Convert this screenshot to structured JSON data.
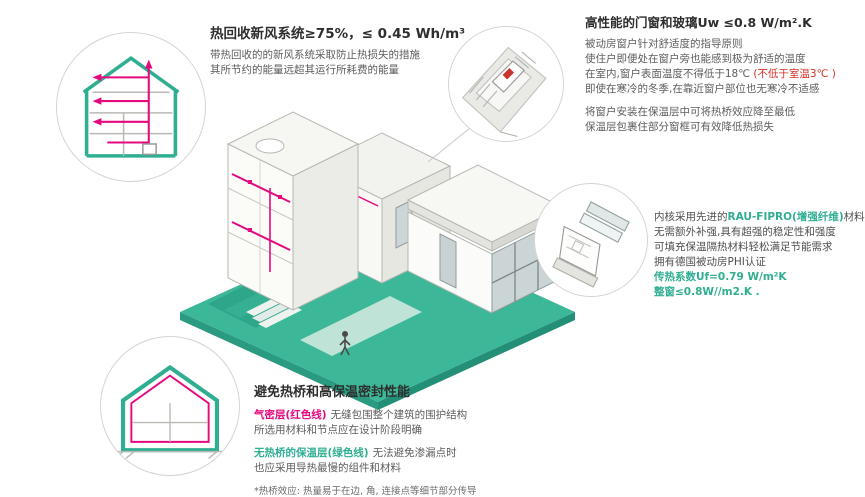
{
  "palette": {
    "teal": "#2fae92",
    "base_teal": "#3cb898",
    "pink": "#e5097f",
    "red": "#d93025",
    "dark_text": "#2e2e2e",
    "body_text": "#5d5d5d"
  },
  "hrv": {
    "title": "热回收新风系统≥75%，≤ 0.45 Wh/m³",
    "desc": [
      "带热回收的的新风系统采取防止热损失的措施",
      "其所节约的能量远超其运行所耗费的能量"
    ]
  },
  "windows": {
    "title": "高性能的门窗和玻璃Uw ≤0.8 W/m².K",
    "para1": [
      "被动房窗户针对舒适度的指导原则",
      "使住户即便处在窗户旁也能感到极为舒适的温度"
    ],
    "temp_prefix": "在室内,窗户表面温度不得低于18℃ ",
    "temp_red": "(不低于室温3℃ )",
    "para2": "即使在寒冷的冬季,在靠近窗户部位也无寒冷不适感",
    "para3": [
      "将窗户安装在保温层中可将热桥效应降至最低",
      "保温层包裹住部分窗框可有效降低热损失"
    ]
  },
  "profile": {
    "line1_prefix": "内核采用先进的",
    "line1_highlight": "RAU-FIPRO(增强纤维)",
    "line1_suffix": "材料",
    "body": [
      "无需额外补强,具有超强的稳定性和强度",
      "可填充保温隔热材料轻松满足节能需求",
      "拥有德国被动房PHI认证"
    ],
    "metric1": "传热系数Uf=0.79 W/m²K",
    "metric2": "整窗≤0.8W//m2.K ."
  },
  "thermal": {
    "title": "避免热桥和高保温密封性能",
    "airtight_label": "气密层(红色线)",
    "airtight_text": "无缝包围整个建筑的围护结构",
    "airtight_line2": "所选用材料和节点应在设计阶段明确",
    "insulation_label": "无热桥的保温层(绿色线)",
    "insulation_text": "无法避免渗漏点时",
    "insulation_line2": "也应采用导热最慢的组件和材料",
    "footnote": "*热桥效应: 热量易于在边, 角, 连接点等细节部分传导"
  },
  "icons": {
    "hrv_circle": "hrv-section-illustration",
    "window_corner_circle": "window-corner-detail-illustration",
    "frame_profile_circle": "window-frame-profile-illustration",
    "airtight_circle": "airtight-envelope-illustration",
    "house": "passive-house-cutaway-illustration"
  }
}
